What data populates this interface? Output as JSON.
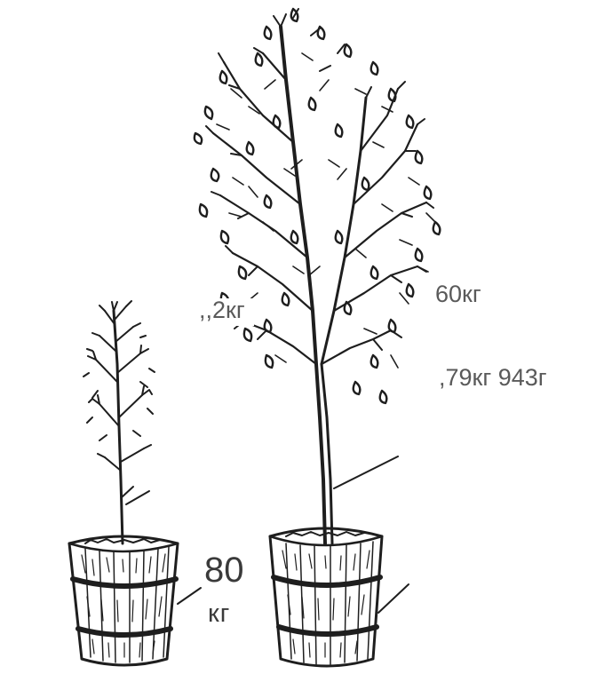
{
  "labels": {
    "upper_left": ",,2кг",
    "upper_right": "60кг",
    "middle_right": ",79кг 943г",
    "pot_number": "80",
    "pot_unit": "кг"
  },
  "illustration": {
    "subject": "two trees in wooden tub planters, line drawing",
    "ink_color": "#1e1e1e",
    "background": "#ffffff"
  }
}
